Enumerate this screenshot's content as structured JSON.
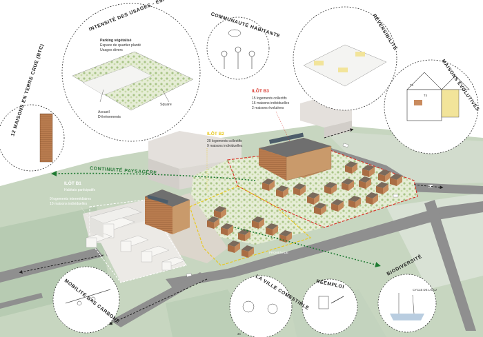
{
  "circles": {
    "intensite": "INTENSITÉ DES USAGES - ESPACE CAPABLE",
    "intensite_notes": [
      "Parking végétalisé",
      "Espace de quartier planté",
      "Usages divers"
    ],
    "square": "Square",
    "accueil": [
      "Accueil",
      "D'événements"
    ],
    "communaute": "COMMUNAUTÉ HABITANTE",
    "reversibilite": "RÉVERSIBILITÉ",
    "maisons_evolutives": "MAISONS ÉVOLUTIVES",
    "t_labels": [
      "T6",
      "T4"
    ],
    "terre_crue": "12 MAISONS EN TERRE CRUE (BTC)",
    "mobilite": "MOBILITÉ BAS CARBONE",
    "ville_comestible": "LA VILLE COMESTIBLE",
    "reemploi": "RÉEMPLOI",
    "biodiversite": "BIODIVERSITÉ",
    "cycle_eau": "CYCLE DE L'EAU"
  },
  "ilots": {
    "b3_title": "ILÔT B3",
    "b3_lines": [
      "15 logements collectifs",
      "16 maisons individuelles",
      "2 maisons évolutives"
    ],
    "b2_title": "ILÔT B2",
    "b2_lines": [
      "20 logements collectifs",
      "9 maisons individuelles"
    ],
    "b1_title": "ILÔT B1",
    "b1_sub": "Habitats participatifs",
    "b1_lines": [
      "9 logements intermédiaires",
      "10 maisons individuelles"
    ]
  },
  "continuite": "CONTINUITÉ PAYSAGÈRE",
  "page_number": "34",
  "colors": {
    "green_arrow": "#1f7a32",
    "red_outline": "#d8342a",
    "yellow_outline": "#e8c820",
    "brick": "#b87a4e"
  }
}
